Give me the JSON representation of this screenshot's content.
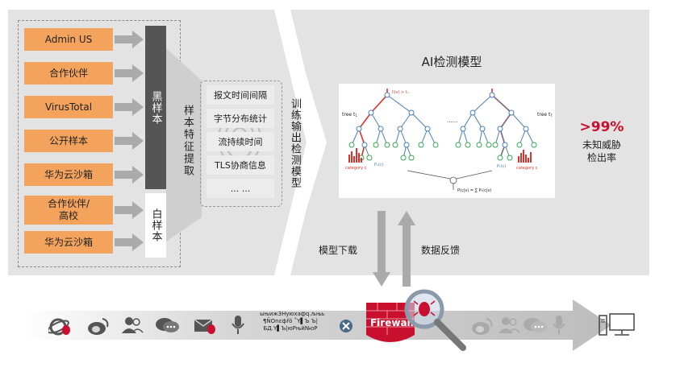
{
  "sources": [
    "Admin US",
    "合作伙伴",
    "VirusTotal",
    "公开样本",
    "华为云沙箱",
    "合作伙伴/\n高校",
    "华为云沙箱"
  ],
  "black_sample_label": "黑样本",
  "white_sample_label": "白样本",
  "feature_extract_label": "样本特征提取",
  "features": [
    "报文时间间隔",
    "字节分布统计",
    "流持续时间",
    "TLS协商信息",
    "... ..."
  ],
  "train_label": "训练输出检测模型",
  "ai_model_title": "AI检测模型",
  "diagram": {
    "tree_left": "tree t",
    "tree_left_sub": "1",
    "tree_right": "tree t",
    "tree_right_sub": "T",
    "split_rule": "fₗ(v) > tₙ",
    "dots": "......",
    "category": "category c",
    "p_left": "P₁(c)",
    "p_right": "Pₜ(c)",
    "formula": "P(c|v) = ∑ Pₜ(c|v)"
  },
  "rate_value": ">99%",
  "rate_desc": "未知威胁\n检出率",
  "download_label": "模型下载",
  "feedback_label": "数据反馈",
  "garbled_text": "ыњиж3Hуюхафq.љњь\n¶ÑOnɛфřö ˚Y▌Ъ Ъ|\nБД.Y▌Ъ|юРњй№оР",
  "firewall_label": "Firewall",
  "colors": {
    "accent_red": "#c8102e",
    "orange": "#f4a35d",
    "dark_bar": "#555555",
    "panel": "#e3e3e3"
  },
  "icons": [
    "ie-bug-icon",
    "weibo-icon",
    "users-icon",
    "chat-icon",
    "mail-bug-icon",
    "mic-icon",
    "block-icon",
    "firewall-icon",
    "magnifier-bug-icon",
    "weibo-icon",
    "users-icon",
    "chat-icon",
    "mic-icon",
    "computer-icon"
  ]
}
